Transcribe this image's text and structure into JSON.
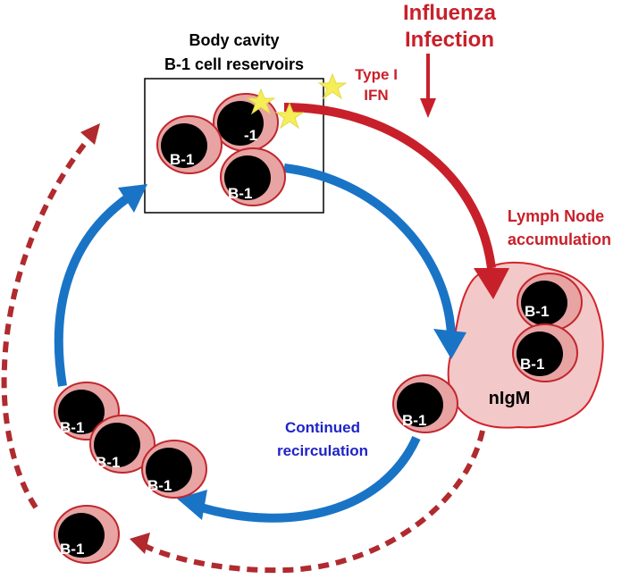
{
  "labels": {
    "reservoir_line1": "Body cavity",
    "reservoir_line2": "B-1 cell reservoirs",
    "infection_line1": "Influenza",
    "infection_line2": "Infection",
    "ifn_line1": "Type I",
    "ifn_line2": "IFN",
    "lymph_line1": "Lymph Node",
    "lymph_line2": "accumulation",
    "nigm": "nIgM",
    "recirc_line1": "Continued",
    "recirc_line2": "recirculation"
  },
  "cell_label": "B-1",
  "partial_cell_label": "-1",
  "colors": {
    "red": "#c8202a",
    "dark_red": "#b02a2e",
    "blue": "#1a74c6",
    "blue_text": "#1f24c8",
    "cell_fill": "#e8a3a3",
    "cell_stroke": "#c0272d",
    "node_fill": "#f3c8c8",
    "star": "#f6ee55"
  }
}
